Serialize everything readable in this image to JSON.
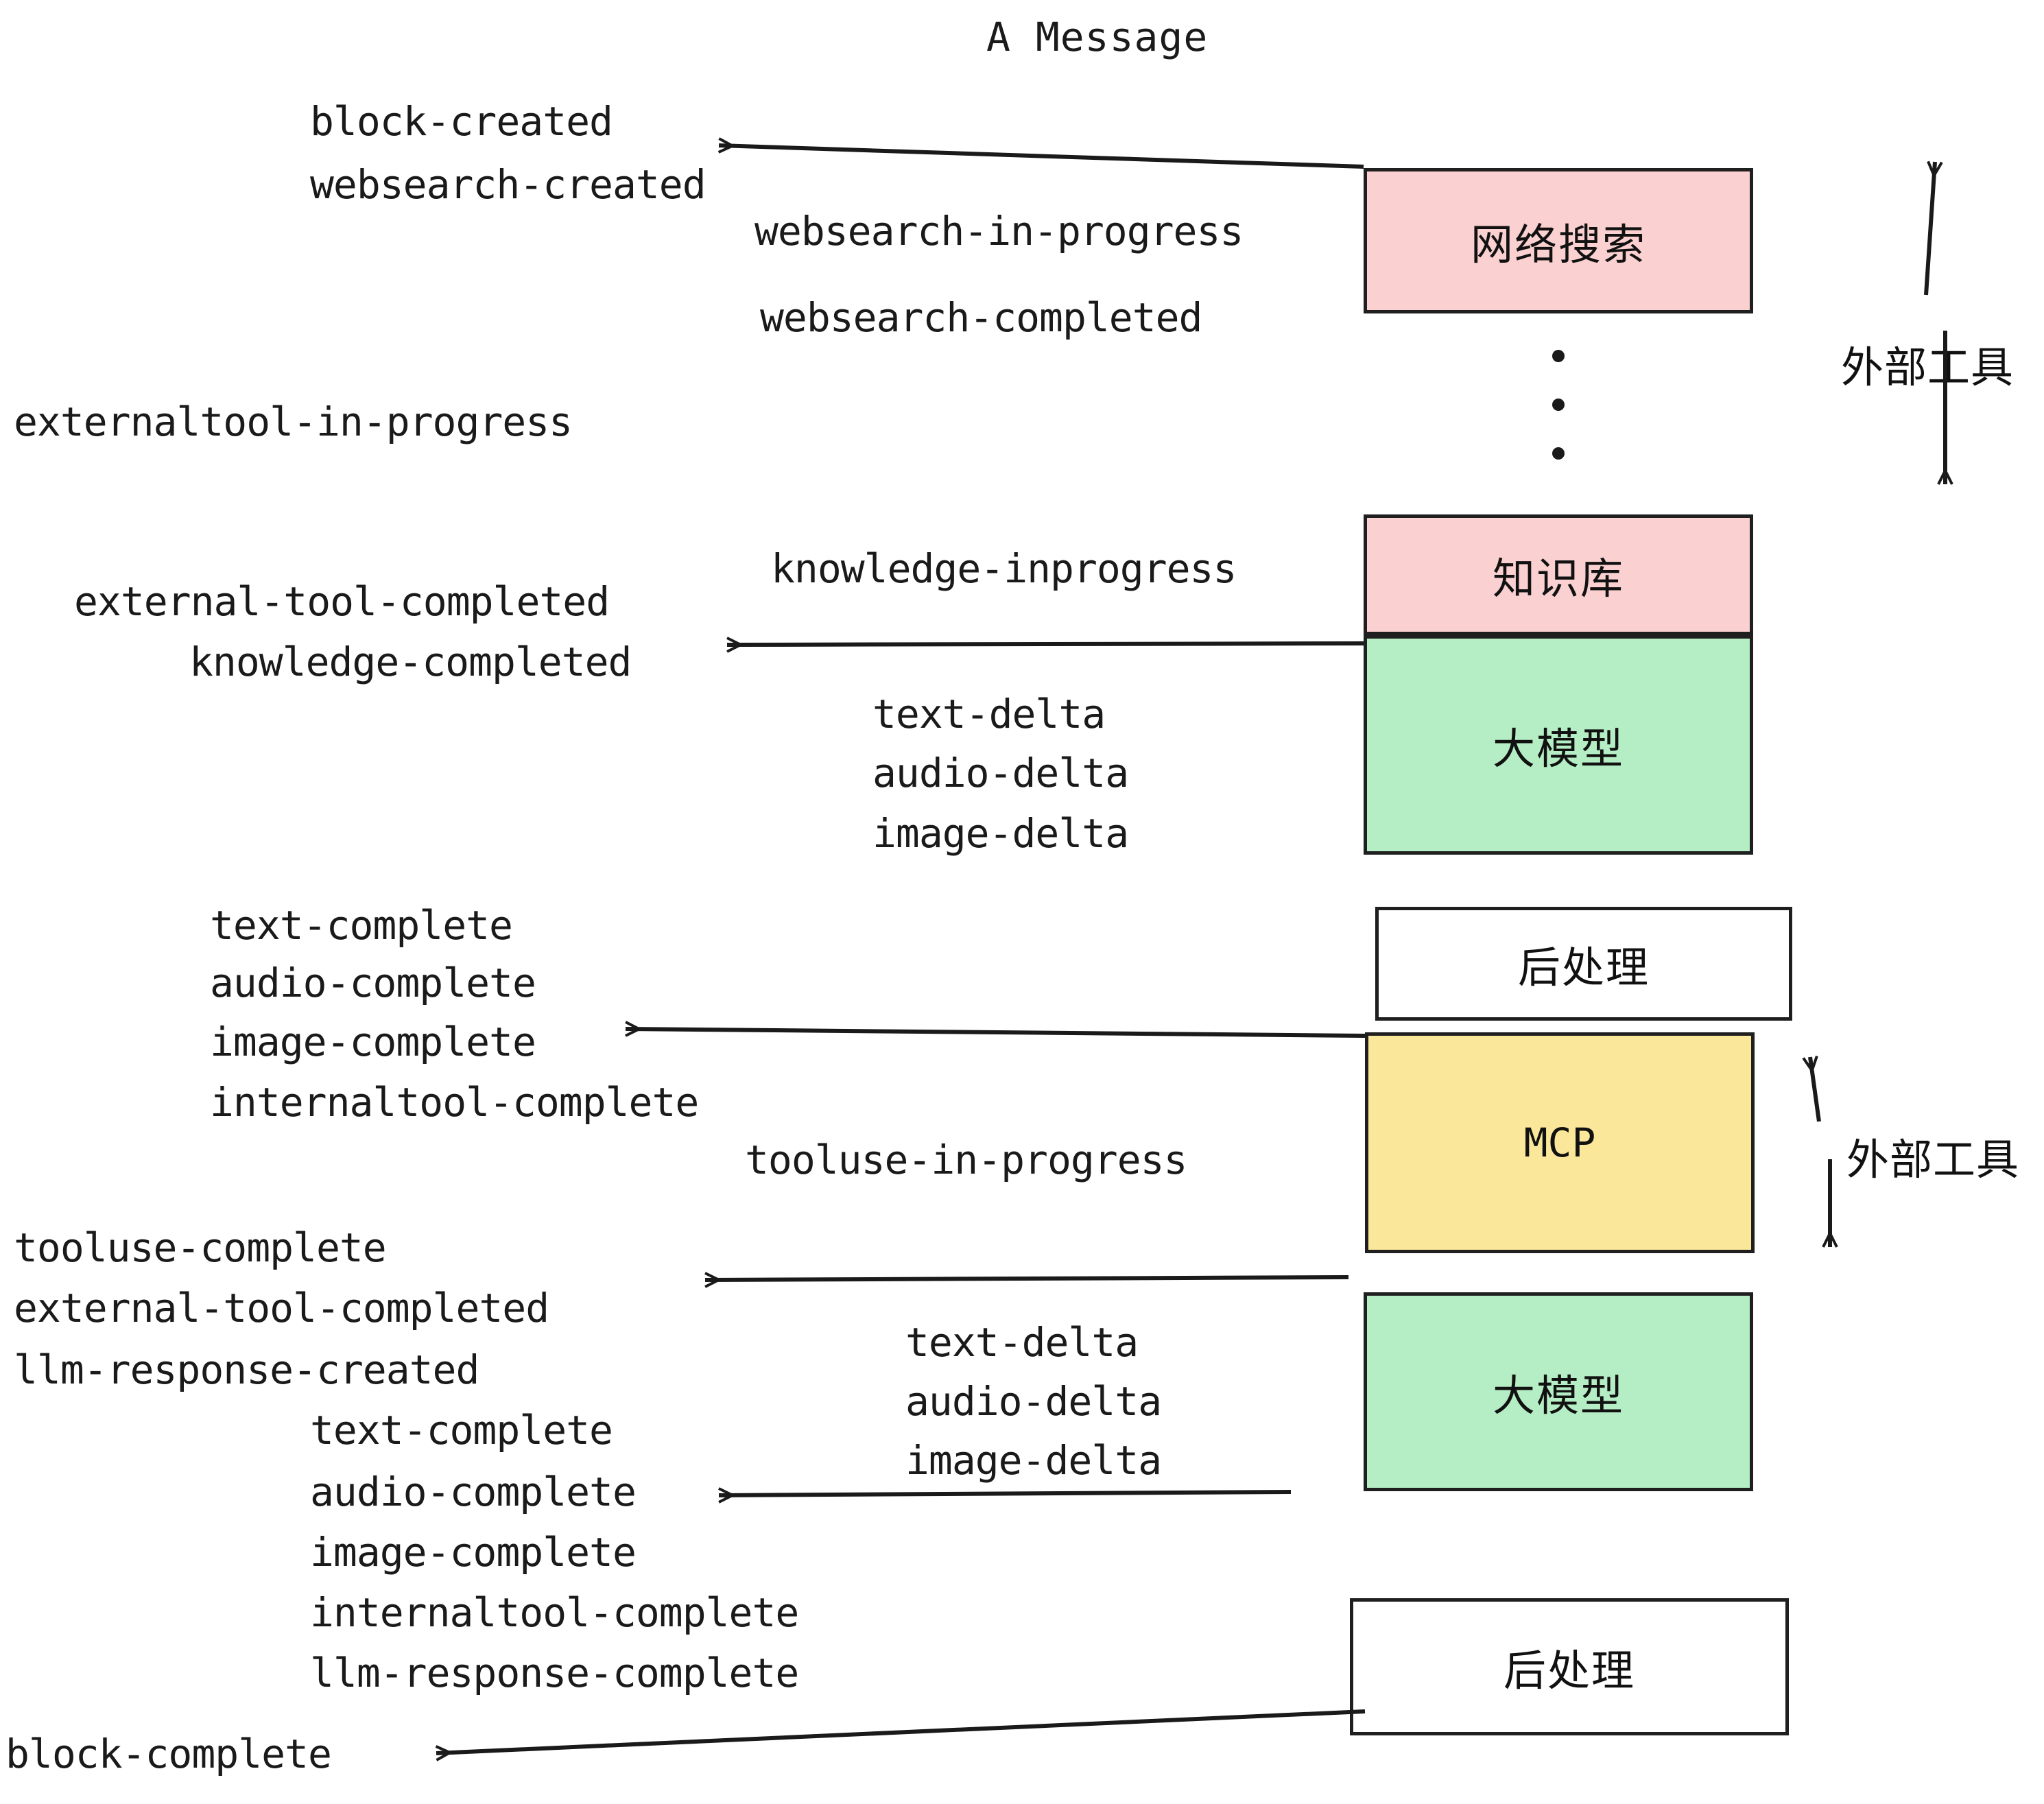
{
  "title": "A Message",
  "colors": {
    "pink": "#fad0d0",
    "green": "#b5eec4",
    "yellow": "#fae79a",
    "white": "#ffffff",
    "stroke": "#1f1f1f",
    "text": "#1a1a1a"
  },
  "nodes": [
    {
      "id": "websearch",
      "label": "网络搜索",
      "fill": "pink"
    },
    {
      "id": "knowledge",
      "label": "知识库",
      "fill": "pink"
    },
    {
      "id": "llm-1",
      "label": "大模型",
      "fill": "green"
    },
    {
      "id": "postprocess-1",
      "label": "后处理",
      "fill": "white"
    },
    {
      "id": "mcp",
      "label": "MCP",
      "fill": "yellow"
    },
    {
      "id": "llm-2",
      "label": "大模型",
      "fill": "green"
    },
    {
      "id": "postprocess-2",
      "label": "后处理",
      "fill": "white"
    }
  ],
  "side_labels": [
    {
      "id": "external-tools-top",
      "label": "外部工具"
    },
    {
      "id": "external-tools-bottom",
      "label": "外部工具"
    }
  ],
  "events": [
    {
      "id": "block-created",
      "text": "block-created"
    },
    {
      "id": "websearch-created",
      "text": "websearch-created"
    },
    {
      "id": "websearch-in-progress",
      "text": "websearch-in-progress"
    },
    {
      "id": "websearch-completed",
      "text": "websearch-completed"
    },
    {
      "id": "externaltool-in-progress",
      "text": "externaltool-in-progress"
    },
    {
      "id": "knowledge-inprogress",
      "text": "knowledge-inprogress"
    },
    {
      "id": "external-tool-completed-1",
      "text": "external-tool-completed"
    },
    {
      "id": "knowledge-completed",
      "text": "knowledge-completed"
    },
    {
      "id": "text-delta-1",
      "text": "text-delta"
    },
    {
      "id": "audio-delta-1",
      "text": "audio-delta"
    },
    {
      "id": "image-delta-1",
      "text": "image-delta"
    },
    {
      "id": "text-complete-1",
      "text": "text-complete"
    },
    {
      "id": "audio-complete-1",
      "text": "audio-complete"
    },
    {
      "id": "image-complete-1",
      "text": "image-complete"
    },
    {
      "id": "internaltool-complete-1",
      "text": "internaltool-complete"
    },
    {
      "id": "tooluse-in-progress",
      "text": "tooluse-in-progress"
    },
    {
      "id": "tooluse-complete",
      "text": "tooluse-complete"
    },
    {
      "id": "external-tool-completed-2",
      "text": "external-tool-completed"
    },
    {
      "id": "llm-response-created",
      "text": "llm-response-created"
    },
    {
      "id": "text-delta-2",
      "text": "text-delta"
    },
    {
      "id": "audio-delta-2",
      "text": "audio-delta"
    },
    {
      "id": "image-delta-2",
      "text": "image-delta"
    },
    {
      "id": "text-complete-2",
      "text": "text-complete"
    },
    {
      "id": "audio-complete-2",
      "text": "audio-complete"
    },
    {
      "id": "image-complete-2",
      "text": "image-complete"
    },
    {
      "id": "internaltool-complete-2",
      "text": "internaltool-complete"
    },
    {
      "id": "llm-response-complete",
      "text": "llm-response-complete"
    },
    {
      "id": "block-complete",
      "text": "block-complete"
    }
  ]
}
